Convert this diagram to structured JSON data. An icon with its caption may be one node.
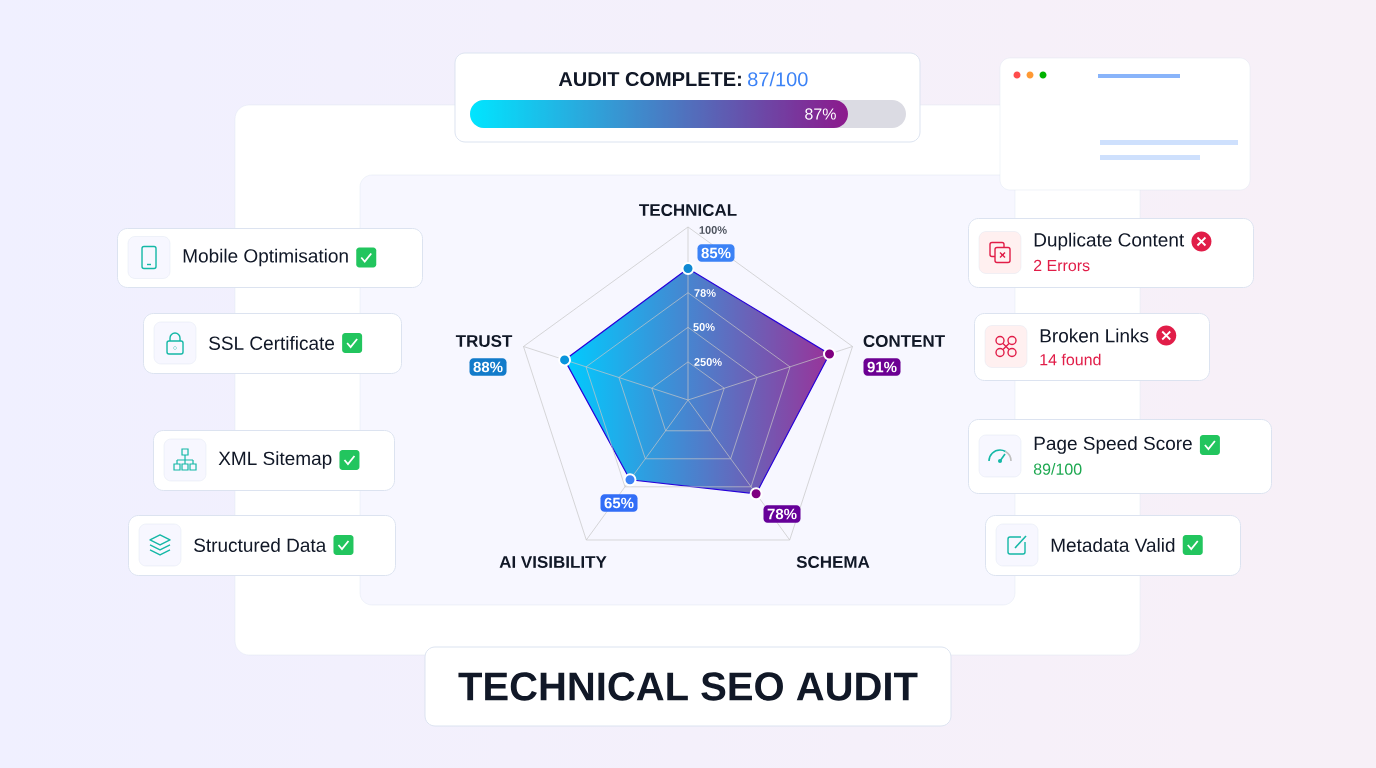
{
  "diagram": {
    "nodes": [
      {
        "text": [
          "AUDIT COMPLETE:",
          "87/100",
          "87%"
        ]
      },
      {
        "text": [
          "Mobile Optimisation"
        ]
      },
      {
        "text": [
          "SSL Certificate"
        ]
      },
      {
        "text": [
          "XML Sitemap"
        ]
      },
      {
        "text": [
          "Structured Data"
        ]
      },
      {
        "text": [
          "Duplicate Content",
          "2 Errors"
        ]
      },
      {
        "text": [
          "Broken Links",
          "14 found"
        ]
      },
      {
        "text": [
          "Page Speed Score",
          "89/100"
        ]
      },
      {
        "text": [
          "Metadata Valid"
        ]
      },
      {
        "text": [
          "TECHNICAL SEO AUDIT"
        ]
      }
    ],
    "edges": [],
    "labels": [
      "TECHNICAL",
      "100%",
      "85%",
      "78%",
      "50%",
      "250%",
      "TRUST",
      "88%",
      "CONTENT",
      "91%",
      "65%",
      "78%",
      "AI VISIBILITY",
      "SCHEMA"
    ]
  }
}
